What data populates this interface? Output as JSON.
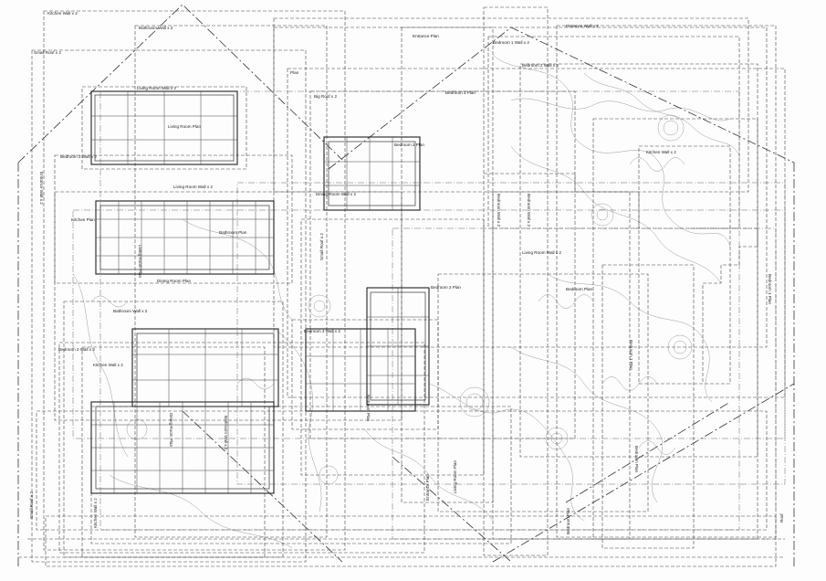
{
  "labels": {
    "kitchen_wall_top": "Kitchen Wall x 2",
    "bathroom_wall_top": "Bathroom Wall x 2",
    "small_roof_top": "Small Roof x 2",
    "entrance_plan": "Entrance Plan",
    "bedroom1_wall": "Bedroom 1 Wall x 2",
    "entrance_wall_top": "Entrance Wall x 2",
    "bedroom2_wall_top": "Bedroom 2 Wall x 2",
    "plan": "Plan",
    "living_room_wall_a": "Living Room Wall x 2",
    "big_roof": "Big Roof x 2",
    "bedroom3_plan_top": "Bedroom 3 Plan",
    "living_room_plan_a": "Living Room Plan",
    "bedroom2_plan": "Bedroom 2 Plan",
    "kitchen_wall_right": "Kitchen Wall x 2",
    "bedroom3_wall_left": "Bedroom 3 Wall x 2",
    "dining_room_wall_center": "Dining Room Wall x 2",
    "living_room_wall_b": "Living Room Wall x 2",
    "kitchen_plan": "Kitchen Plan",
    "bathroom_plan": "Bathroom Plan",
    "living_room_wall_c": "Living Room Wall x 2",
    "dining_room_plan": "Dining Room Plan",
    "bedroom3_plan_mid": "Bedroom 3 Plan",
    "bedroom_plan_right": "Bedroom Plan",
    "bathroom_wall_left": "Bathroom Wall x 2",
    "bedroom3_wall_center": "Bedroom 3 Wall x 2",
    "bedroom2_wall_left": "Bedroom 2 Wall x 2",
    "kitchen_wall_left": "Kitchen Wall x 2",
    "entrance_wall_right": "Entrance Wall x 2",
    "bedroom1_plan": "Bedroom 1 Plan",
    "small_roof_left": "Small Roof x 2",
    "small_roof_edge": "Small Roof x 2",
    "living_room_plan_b": "Living Room Plan",
    "bedroom_wall_v1": "Bedroom Wall x 2",
    "bedroom_wall_v2": "Bedroom Wall x 2",
    "dining_room_plan_v": "Dining Room Plan",
    "bathroom_wall_v": "Bathroom Wall x 2",
    "entrance_plan_v": "Entrance Plan",
    "bedroom_plan_v": "Bedroom Plan",
    "living_room_plan_v": "Living Room Plan",
    "bedroom_plan_lower": "Bedroom Plan",
    "bedroom1_plan_right": "Bedroom 1 Plan",
    "kitchen_wall_lower": "Kitchen Wall x 2",
    "bedroom_plan_bottom": "Bedroom Plan",
    "roof": "Roof"
  }
}
